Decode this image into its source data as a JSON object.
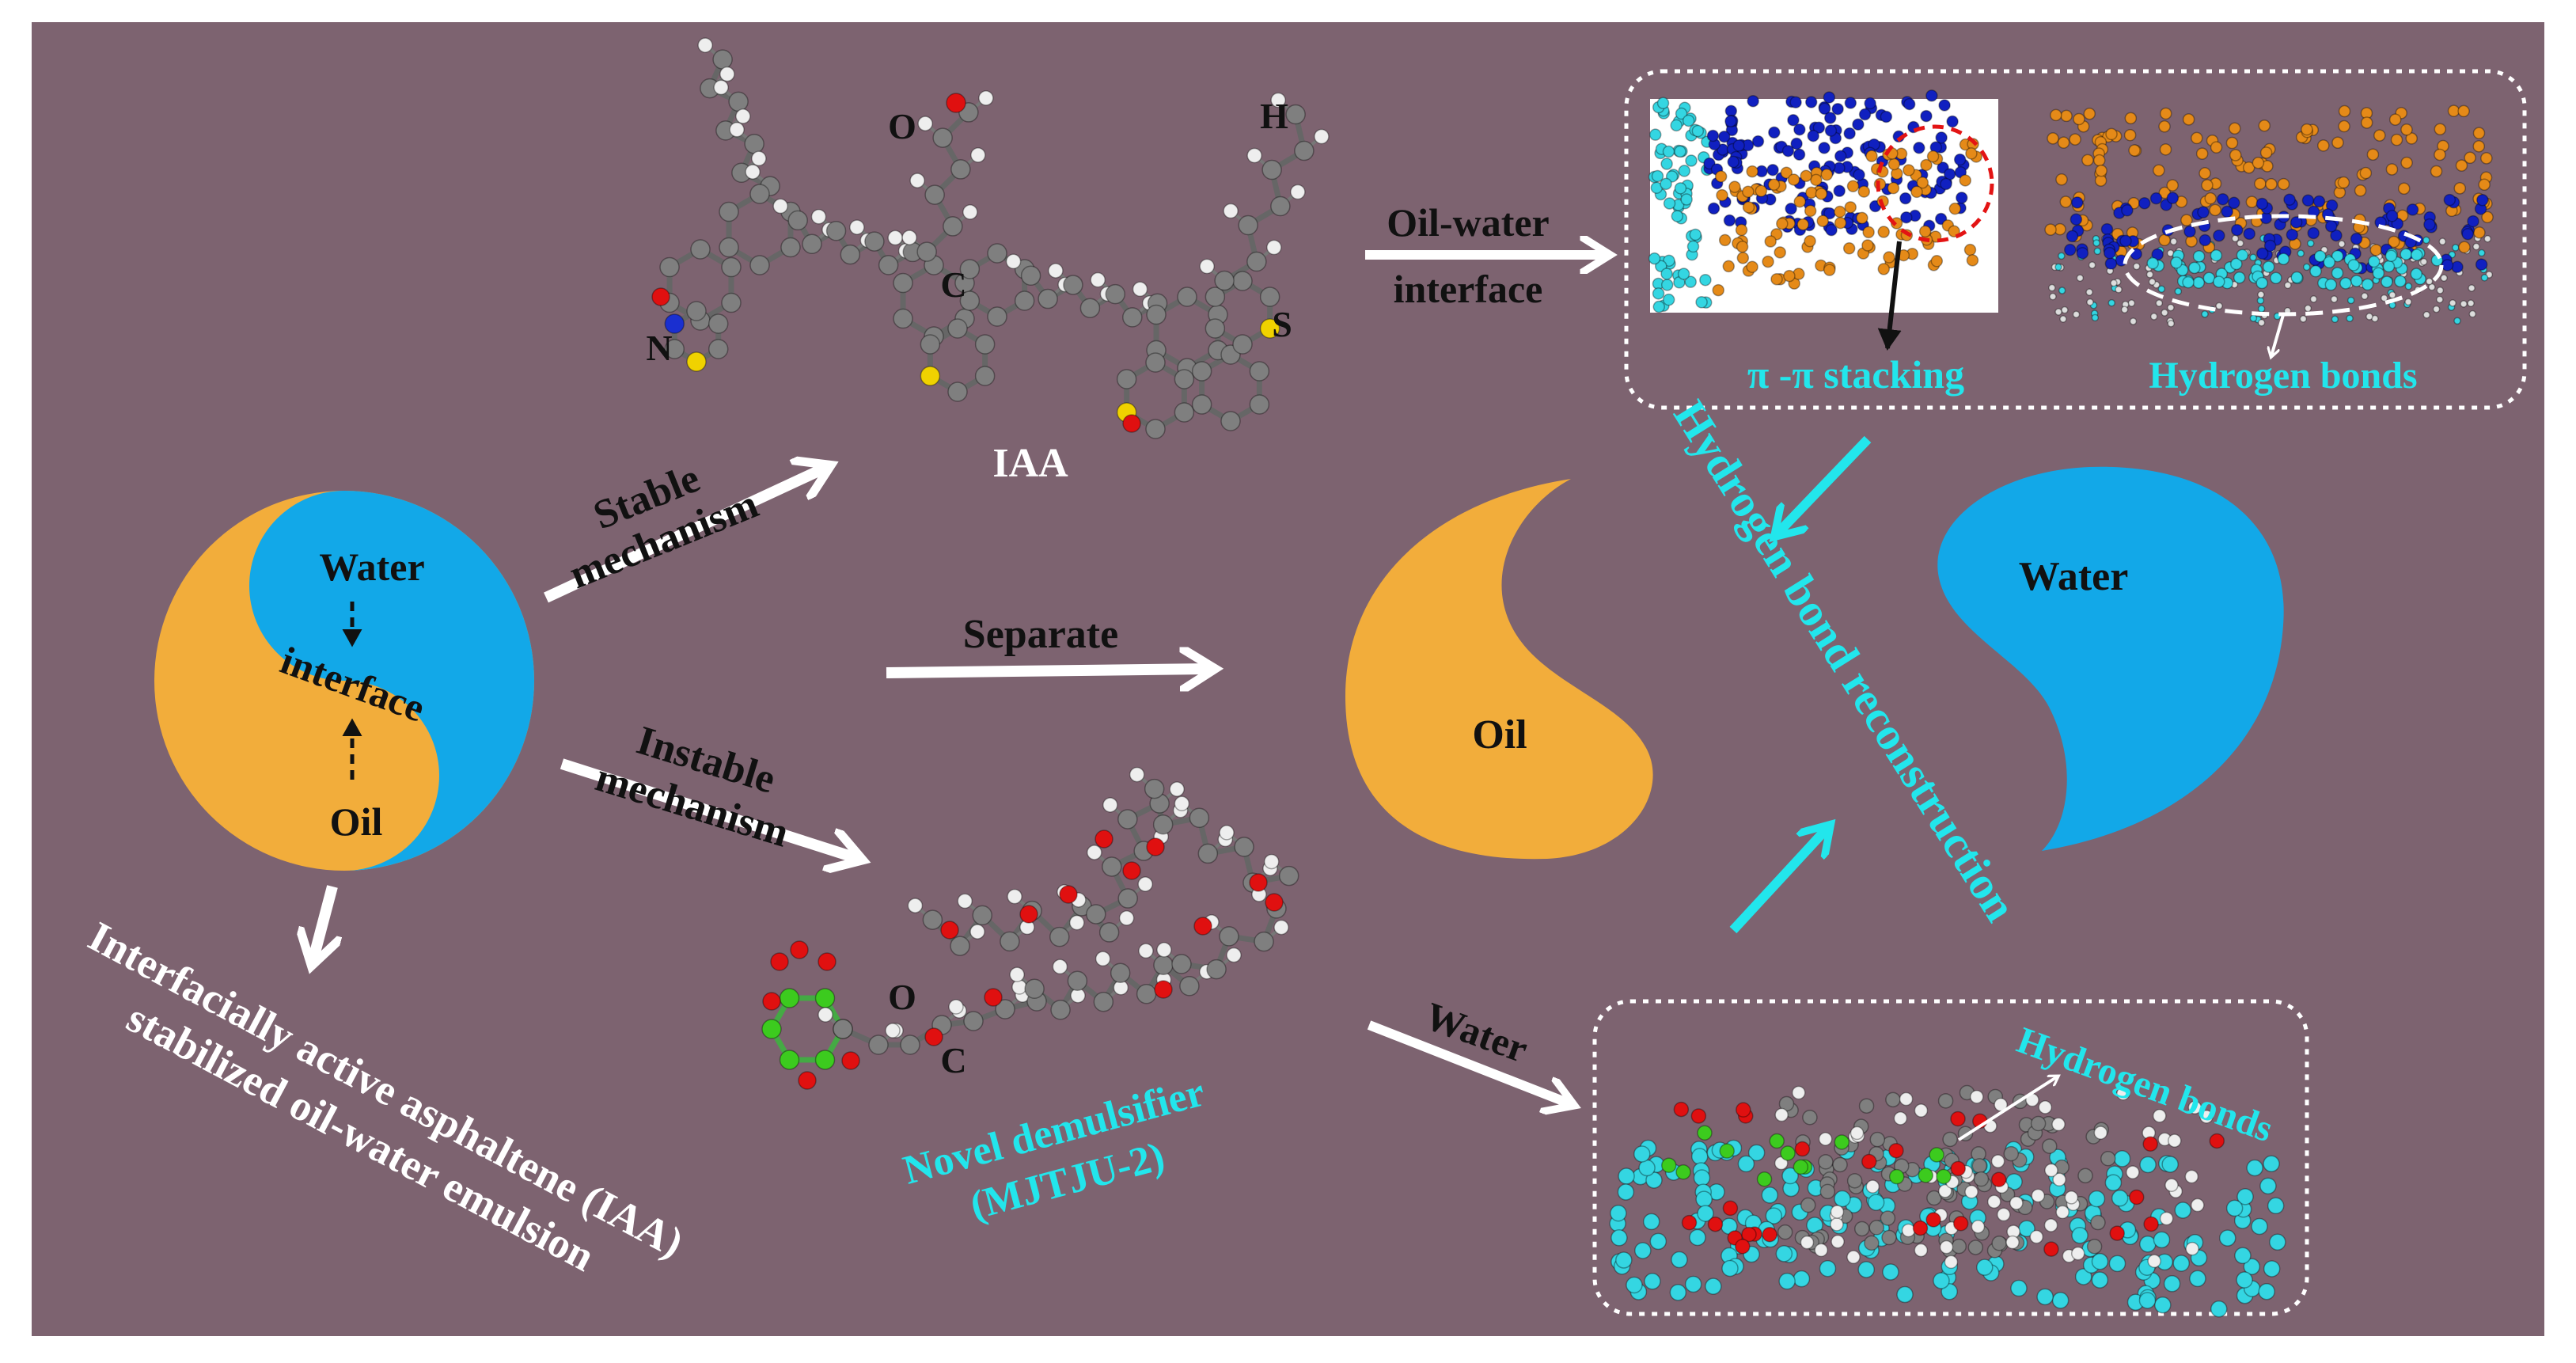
{
  "colors": {
    "background": "#7d6370",
    "oil": "#f2ad3b",
    "water": "#12a8e8",
    "cyan_text": "#22e6ec",
    "carbon": "#7f7f7f",
    "hydrogen": "#eeeeee",
    "oxygen": "#e01010",
    "sulfur": "#f0d200",
    "nitrogen": "#1a2fd0",
    "green_atom": "#3ccb1e",
    "blue_mol": "#1020c0",
    "orange_mol": "#e58a18",
    "cyan_mol": "#34d6e2"
  },
  "emulsion": {
    "water_label": "Water",
    "interface_label": "interface",
    "oil_label": "Oil",
    "caption_line1": "Interfacially active asphaltene (IAA)",
    "caption_line2": "stabilized oil-water emulsion"
  },
  "arrows": {
    "stable_line1": "Stable",
    "stable_line2": "mechanism",
    "separate": "Separate",
    "instable_line1": "Instable",
    "instable_line2": "mechanism",
    "oil_water_line1": "Oil-water",
    "oil_water_line2": "interface",
    "water": "Water"
  },
  "iaa": {
    "name": "IAA",
    "atom_o": "O",
    "atom_h": "H",
    "atom_c": "C",
    "atom_n": "N",
    "atom_s": "S"
  },
  "demulsifier": {
    "atom_o": "O",
    "atom_c": "C",
    "name_line1": "Novel demulsifier",
    "name_line2": "(MJTJU-2)"
  },
  "top_panel": {
    "pi_label": "π -π stacking",
    "hbond_label": "Hydrogen bonds"
  },
  "bottom_panel": {
    "hbond_label": "Hydrogen bonds"
  },
  "separated": {
    "oil_label": "Oil",
    "water_label": "Water",
    "reconstruction_label": "Hydrogen bond reconstruction"
  }
}
